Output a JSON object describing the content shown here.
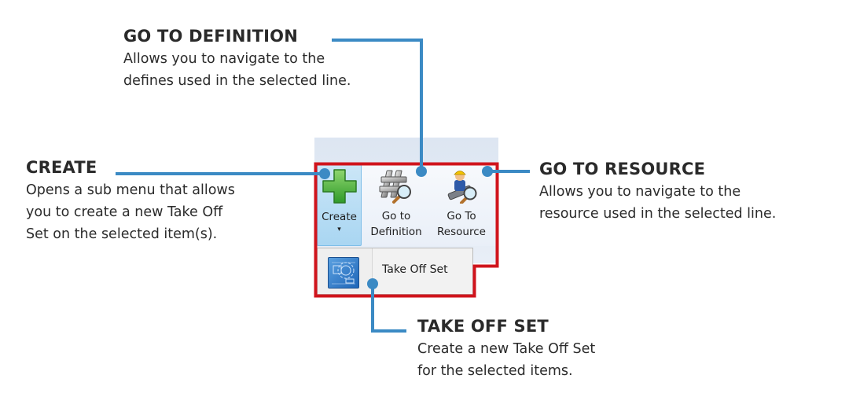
{
  "callouts": {
    "definition": {
      "title": "GO TO DEFINITION",
      "desc": [
        "Allows you to navigate to the",
        "defines used in the selected line."
      ]
    },
    "create": {
      "title": "CREATE",
      "desc": [
        "Opens a sub menu that allows",
        "you to create a new Take Off",
        "Set on the selected item(s)."
      ]
    },
    "resource": {
      "title": "GO TO RESOURCE",
      "desc": [
        "Allows you to navigate to the",
        "resource used in the selected line."
      ]
    },
    "takeoff": {
      "title": "TAKE OFF SET",
      "desc": [
        "Create a new Take Off Set",
        "for the selected items."
      ]
    }
  },
  "ribbon": {
    "buttons": [
      {
        "label_line1": "Create",
        "label_line2": "▾",
        "icon": "green-plus-icon",
        "active": true
      },
      {
        "label_line1": "Go to",
        "label_line2": "Definition",
        "icon": "hash-magnifier-icon"
      },
      {
        "label_line1": "Go To",
        "label_line2": "Resource",
        "icon": "worker-magnifier-icon"
      }
    ],
    "submenu": {
      "items": [
        {
          "label": "Take Off Set",
          "icon": "takeoff-set-icon"
        }
      ]
    }
  },
  "colors": {
    "connector": "#3b8ac4",
    "highlight": "#d0141c",
    "active_button": "#a9d6f2"
  }
}
